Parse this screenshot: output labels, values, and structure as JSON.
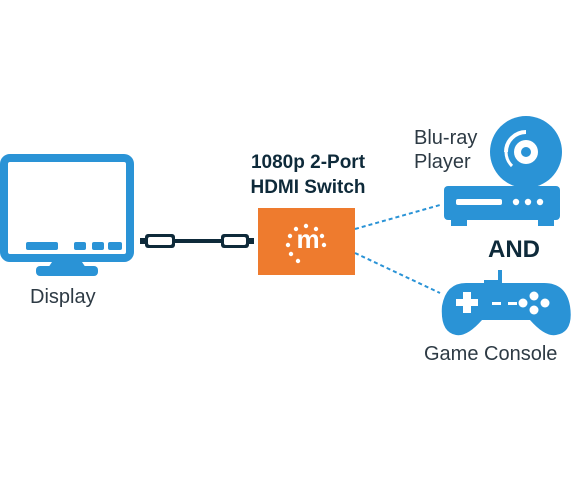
{
  "colors": {
    "icon_blue": "#2a93d6",
    "switch_orange": "#ee7b2e",
    "switch_text": "#ffffff",
    "title_dark": "#0e2a3a",
    "label_dark": "#2d3a44",
    "dashed_line": "#2a93d6"
  },
  "display": {
    "label": "Display",
    "icon": "monitor-icon"
  },
  "cable": {
    "icon": "hdmi-cable-icon"
  },
  "switch": {
    "title_line1": "1080p 2-Port",
    "title_line2": "HDMI Switch",
    "logo_letter": "m",
    "icon": "manhattan-logo-icon"
  },
  "bluray": {
    "label_line1": "Blu-ray",
    "label_line2": "Player",
    "disc_icon": "disc-icon",
    "device_icon": "bluray-player-icon"
  },
  "connector": {
    "and_label": "AND"
  },
  "console": {
    "label": "Game Console",
    "icon": "gamepad-icon"
  }
}
